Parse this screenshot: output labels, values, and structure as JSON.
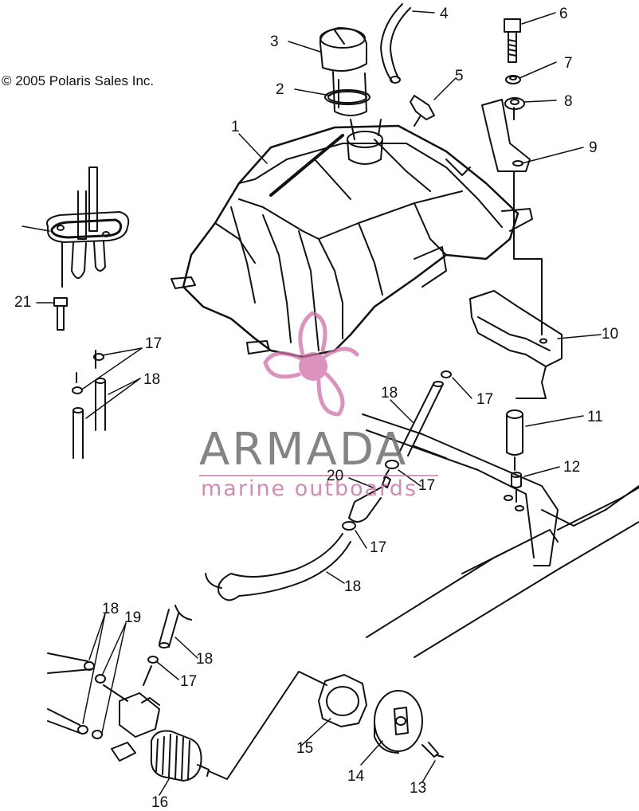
{
  "copyright": "© 2005 Polaris Sales Inc.",
  "watermark": {
    "title": "ARMADA",
    "subtitle": "marine outboards",
    "title_color": "#6e6e6e",
    "accent_color": "#d070a8"
  },
  "callouts": [
    "1",
    "2",
    "3",
    "4",
    "5",
    "6",
    "7",
    "8",
    "9",
    "10",
    "11",
    "12",
    "13",
    "14",
    "15",
    "16",
    "17",
    "17",
    "17",
    "17",
    "17",
    "18",
    "18",
    "18",
    "18",
    "18",
    "19",
    "20",
    "21"
  ]
}
